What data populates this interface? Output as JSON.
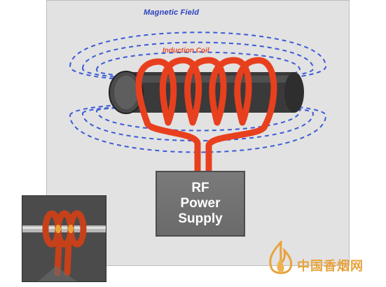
{
  "diagram": {
    "magnetic_field_label": "Magnetic Field",
    "induction_coil_label": "Induction Coil",
    "power_supply_lines": [
      "RF",
      "Power",
      "Supply"
    ]
  },
  "watermark": {
    "text": "中国香烟网",
    "icon": "flame-icon"
  },
  "colors": {
    "panel_bg": "#e2e2e2",
    "field_lines": "#3b5bd6",
    "coil": "#e8401e",
    "rod": "#3a3a3a",
    "power_supply": "#707070",
    "watermark": "#e8a33c"
  }
}
